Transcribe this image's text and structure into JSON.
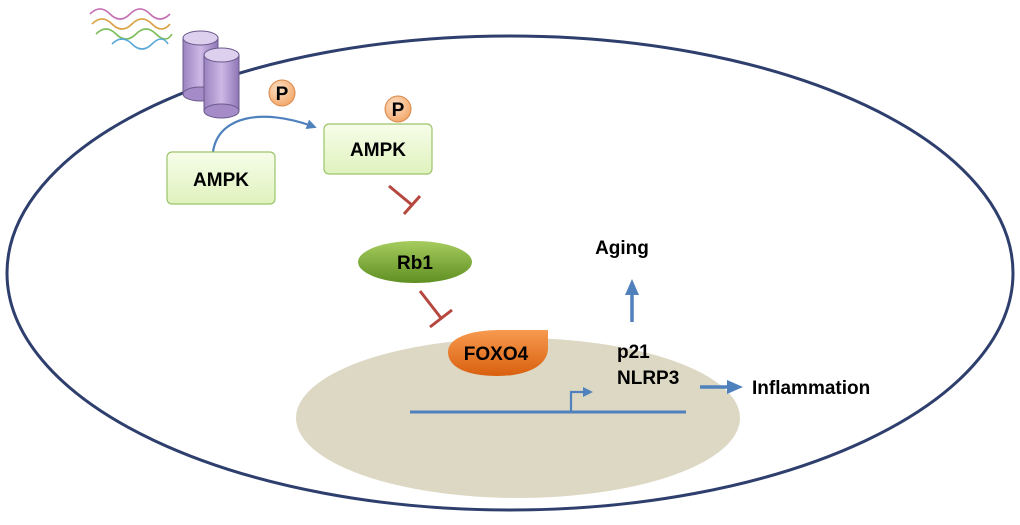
{
  "diagram": {
    "receptor": {
      "phospho_badge": "P"
    },
    "ampk_inactive": {
      "label": "AMPK"
    },
    "ampk_active": {
      "label": "AMPK",
      "phospho_badge": "P"
    },
    "rb1": {
      "label": "Rb1"
    },
    "foxo4": {
      "label": "FOXO4"
    },
    "targets": {
      "line1": "p21",
      "line2": "NLRP3"
    },
    "outcomes": {
      "aging": "Aging",
      "inflammation": "Inflammation"
    }
  },
  "colors": {
    "cell_border": "#2e3f6e",
    "nucleus_fill": "#ddd8c4",
    "ampk_box_fill": "#eef9d6",
    "ampk_box_border": "#9bc46a",
    "phospho_fill": "#f7bd8c",
    "phospho_border": "#d7884a",
    "receptor_fill": "#b7a0d0",
    "receptor_border": "#6b5a8c",
    "rb1_fill": "#79a831",
    "foxo4_fill": "#f0761e",
    "inhibit_color": "#b5473e",
    "activate_color": "#4f81bd",
    "dna_line": "#4f81bd"
  }
}
